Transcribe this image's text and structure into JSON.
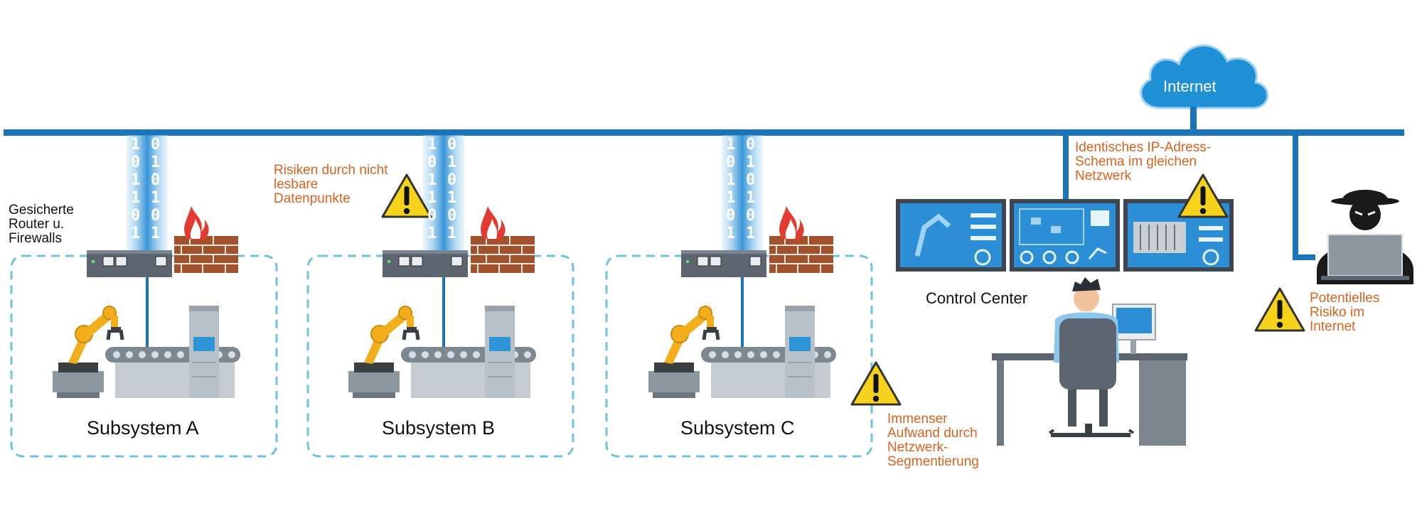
{
  "internet_label": "Internet",
  "binary_column_left": [
    "1",
    "0",
    "1",
    "1",
    "0",
    "1"
  ],
  "binary_column_right": [
    "0",
    "1",
    "0",
    "1",
    "0",
    "1"
  ],
  "labels": {
    "secured_router": [
      "Gesicherte",
      "Router u.",
      "Firewalls"
    ],
    "unreadable_data": [
      "Risiken durch nicht",
      "lesbare",
      "Datenpunkte"
    ],
    "identical_ip": [
      "Identisches IP-Adress-",
      "Schema im gleichen",
      "Netzwerk"
    ],
    "internet_risk": [
      "Potentielles",
      "Risiko im",
      "Internet"
    ],
    "segmentation": [
      "Immenser",
      "Aufwand durch",
      "Netzwerk-",
      "Segmentierung"
    ],
    "control_center": "Control Center"
  },
  "subsystems": [
    {
      "name": "Subsystem A"
    },
    {
      "name": "Subsystem B"
    },
    {
      "name": "Subsystem C"
    }
  ],
  "colors": {
    "network_line": "#1b73b8",
    "dashed_border": "#6ec3dc",
    "warning_fill": "#f7d21b",
    "risk_text": "#d9631e",
    "cloud": "#1f8fd6"
  },
  "icons": [
    "cloud-icon",
    "router-icon",
    "firewall-icon",
    "robot-arm-icon",
    "conveyor-icon",
    "machine-cabinet-icon",
    "warning-icon",
    "monitor-icon",
    "operator-icon",
    "desk-icon",
    "hacker-icon",
    "laptop-icon"
  ]
}
